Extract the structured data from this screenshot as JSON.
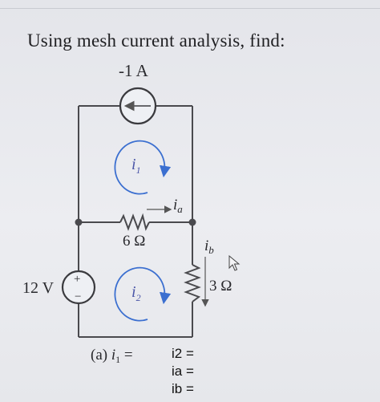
{
  "question": {
    "title": "Using mesh current analysis, find:"
  },
  "circuit": {
    "current_source_label": "-1 A",
    "voltage_source_label": "12 V",
    "resistor_middle_label": "6 Ω",
    "resistor_right_label": "3 Ω",
    "mesh_1_label": "i",
    "mesh_1_sub": "1",
    "mesh_2_label": "i",
    "mesh_2_sub": "2",
    "branch_a_label": "i",
    "branch_a_sub": "a",
    "branch_b_label": "i",
    "branch_b_sub": "b",
    "plus_sign": "+",
    "minus_sign": "−"
  },
  "answers": {
    "a_prefix": "(a) ",
    "a_var": "i",
    "a_sub": "1",
    "a_eq": " =",
    "i2": "i2 =",
    "ia": "ia =",
    "ib": "ib ="
  }
}
